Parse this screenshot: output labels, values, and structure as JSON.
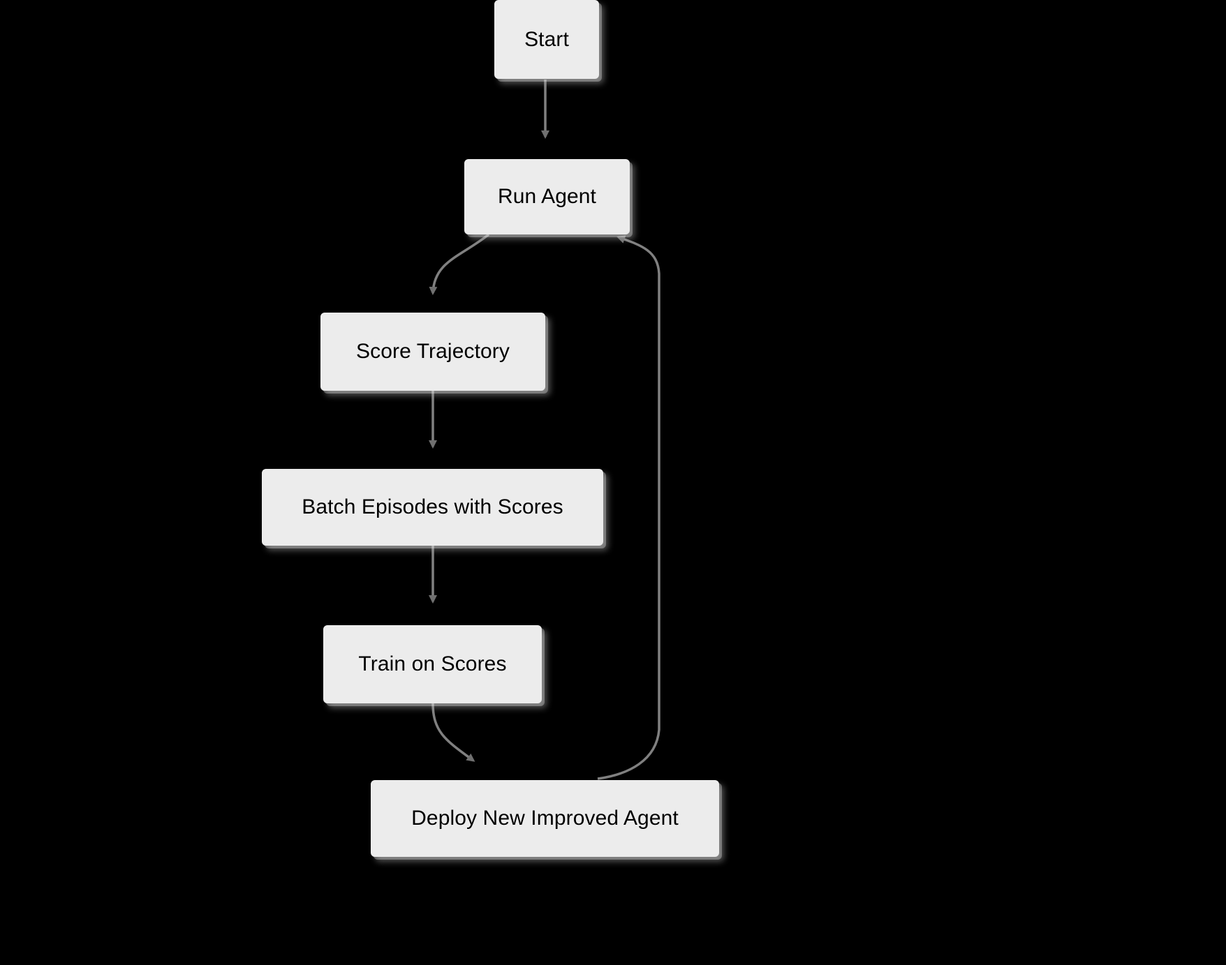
{
  "diagram": {
    "type": "flowchart",
    "orientation": "top-to-bottom",
    "background_color": "#000000",
    "node_fill_color": "#ECECEC",
    "node_text_color": "#000000",
    "edge_color": "#808080",
    "nodes": [
      {
        "id": "start",
        "label": "Start"
      },
      {
        "id": "run",
        "label": "Run Agent"
      },
      {
        "id": "score",
        "label": "Score Trajectory"
      },
      {
        "id": "batch",
        "label": "Batch Episodes with Scores"
      },
      {
        "id": "train",
        "label": "Train on Scores"
      },
      {
        "id": "deploy",
        "label": "Deploy New Improved Agent"
      }
    ],
    "edges": [
      {
        "from": "start",
        "to": "run",
        "label": ""
      },
      {
        "from": "run",
        "to": "score",
        "label": ""
      },
      {
        "from": "score",
        "to": "batch",
        "label": ""
      },
      {
        "from": "batch",
        "to": "train",
        "label": ""
      },
      {
        "from": "train",
        "to": "deploy",
        "label": ""
      },
      {
        "from": "deploy",
        "to": "run",
        "label": ""
      }
    ]
  }
}
